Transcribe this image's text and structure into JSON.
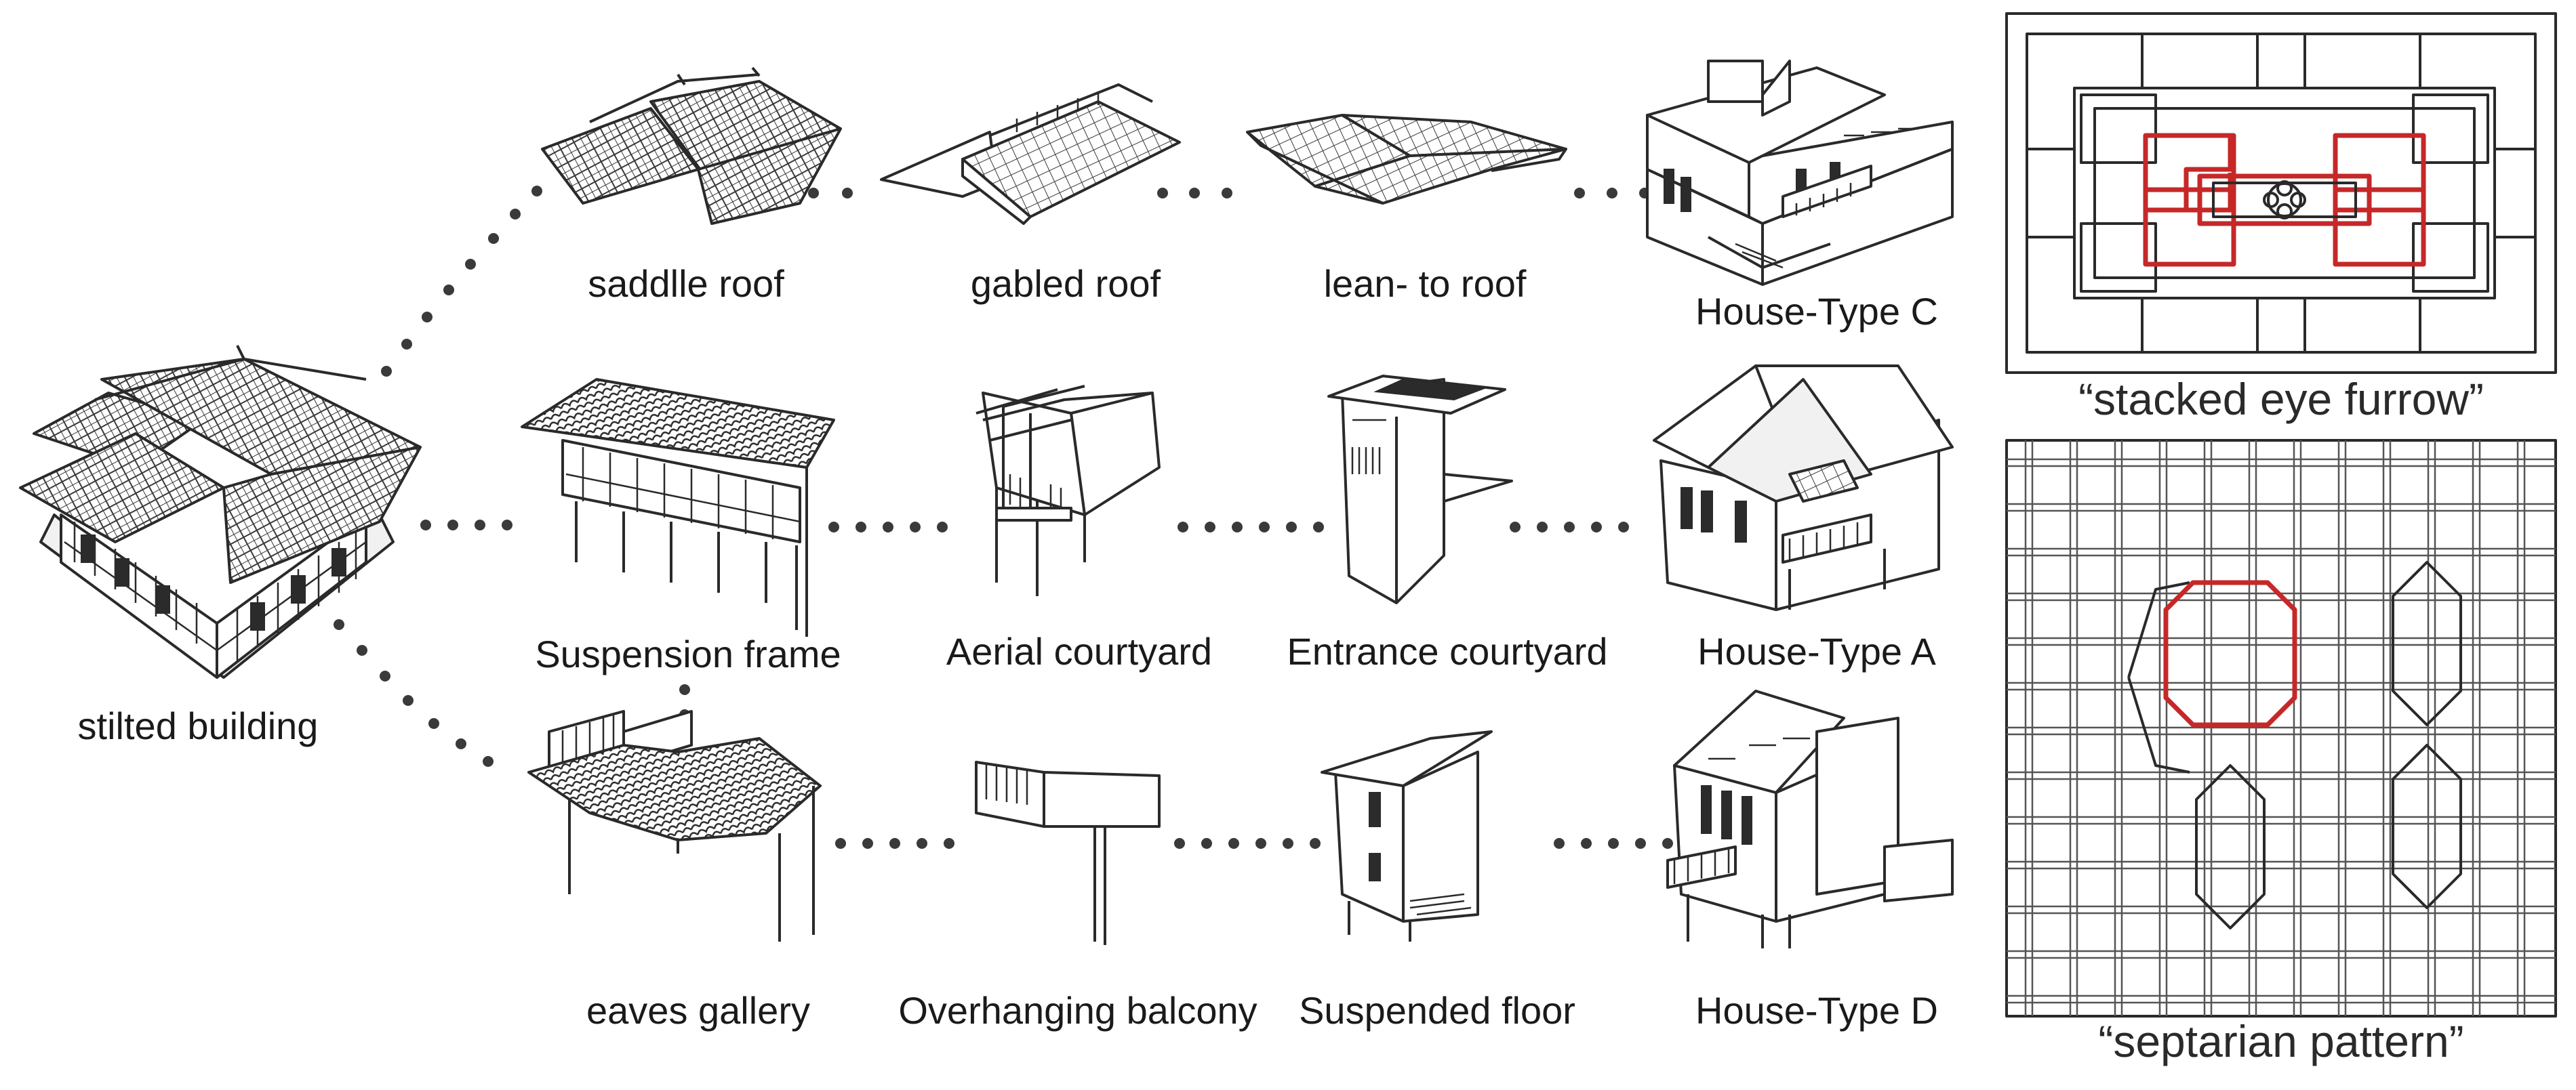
{
  "root": {
    "label": "stilted building"
  },
  "rows": [
    {
      "items": [
        {
          "label": "saddlle roof"
        },
        {
          "label": "gabled roof"
        },
        {
          "label": "lean- to roof"
        }
      ],
      "house": {
        "label": "House-Type C"
      }
    },
    {
      "items": [
        {
          "label": "Suspension frame"
        },
        {
          "label": "Aerial courtyard"
        },
        {
          "label": "Entrance courtyard"
        }
      ],
      "house": {
        "label": "House-Type A"
      }
    },
    {
      "items": [
        {
          "label": "eaves gallery"
        },
        {
          "label": "Overhanging balcony"
        },
        {
          "label": "Suspended floor"
        }
      ],
      "house": {
        "label": "House-Type D"
      }
    }
  ],
  "patterns": [
    {
      "label": "“stacked eye furrow”"
    },
    {
      "label": "“septarian pattern”"
    }
  ],
  "colors": {
    "line": "#2a2a2a",
    "highlight": "#c62828",
    "background": "#ffffff"
  }
}
